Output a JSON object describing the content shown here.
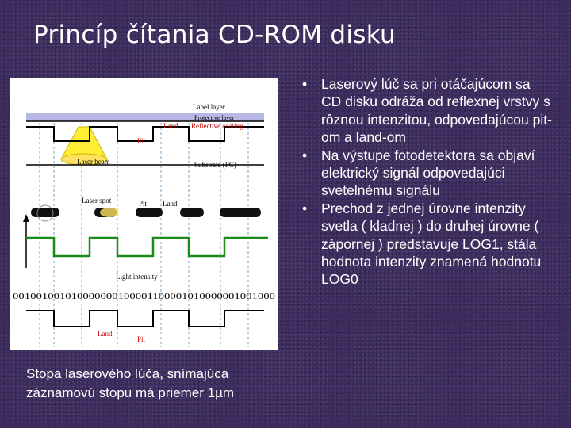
{
  "slide": {
    "title": "Princíp čítania CD-ROM disku",
    "caption": "Stopa laserového lúča, snímajúca záznamovú stopu má priemer   1µm",
    "bullets": [
      "Laserový lúč sa pri otáčajúcom sa CD disku odráža od reflexnej vrstvy s rôznou intenzitou, odpovedajúcou pit-om a land-om",
      "Na výstupe fotodetektora sa objaví elektrický signál odpovedajúci svetelnému signálu",
      "Prechod z jednej úrovne intenzity svetla ( kladnej ) do druhej  úrovne ( zápornej ) predstavuje LOG1, stála hodnota intenzity znamená hodnotu LOG0"
    ]
  },
  "diagram": {
    "label_layer": "Label layer",
    "protective_layer": "Protective layer",
    "land_1": "Land",
    "reflective_coating": "Reflective coating",
    "pit_1": "Pit",
    "laser_beam": "Laser beam",
    "substrate": "Substrate (PC)",
    "laser_spot": "Laser spot",
    "pit_2": "Pit",
    "land_2": "Land",
    "light_intensity": "Light intensity",
    "bit_string": "001001001010000000100001100001010000001001000",
    "land_3": "Land",
    "pit_3": "Pit",
    "colors": {
      "beam": "#ffee33",
      "protective": "#b8b8e6",
      "intensity_wave": "#1a8c1a",
      "label_red": "#cc0000"
    }
  }
}
